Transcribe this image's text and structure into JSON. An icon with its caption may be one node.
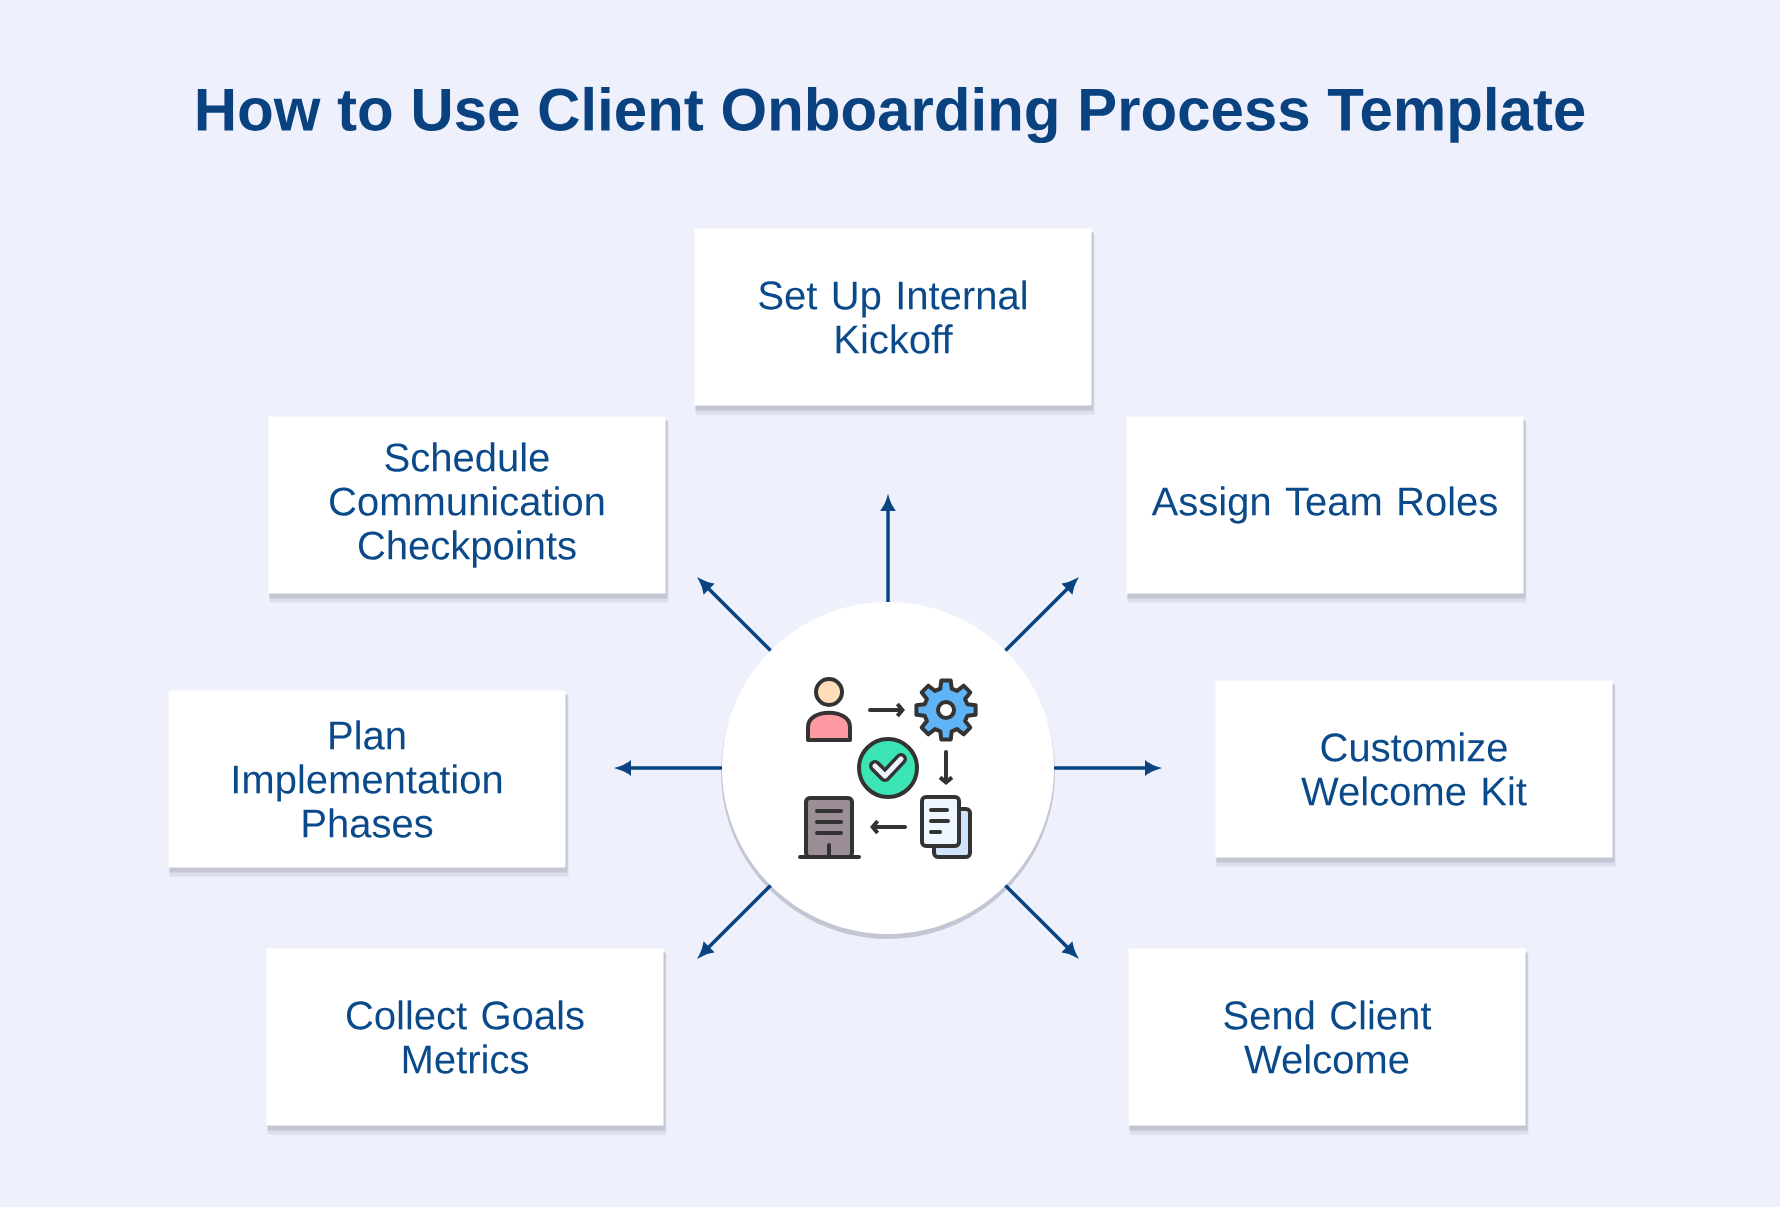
{
  "diagram": {
    "title": "How to Use Client Onboarding Process Template",
    "nodes": [
      {
        "text": [
          "Set Up Internal Kickoff"
        ]
      },
      {
        "text": [
          "Schedule Communication Checkpoints"
        ]
      },
      {
        "text": [
          "Assign Team Roles"
        ]
      },
      {
        "text": [
          "Plan Implementation Phases"
        ]
      },
      {
        "text": [],
        "shape": "circle"
      },
      {
        "text": [
          "Customize Welcome Kit"
        ]
      },
      {
        "text": [
          "Collect Goals Metrics"
        ]
      },
      {
        "text": [
          "Send Client Welcome"
        ]
      }
    ],
    "edges": [
      {
        "from": 4,
        "to": 0,
        "arrow": "to"
      },
      {
        "from": 4,
        "to": 2,
        "arrow": "to"
      },
      {
        "from": 4,
        "to": 5,
        "arrow": "to"
      },
      {
        "from": 4,
        "to": 7,
        "arrow": "to"
      },
      {
        "from": 4,
        "to": 6,
        "arrow": "to"
      },
      {
        "from": 4,
        "to": 3,
        "arrow": "to"
      },
      {
        "from": 4,
        "to": 1,
        "arrow": "to"
      }
    ]
  }
}
